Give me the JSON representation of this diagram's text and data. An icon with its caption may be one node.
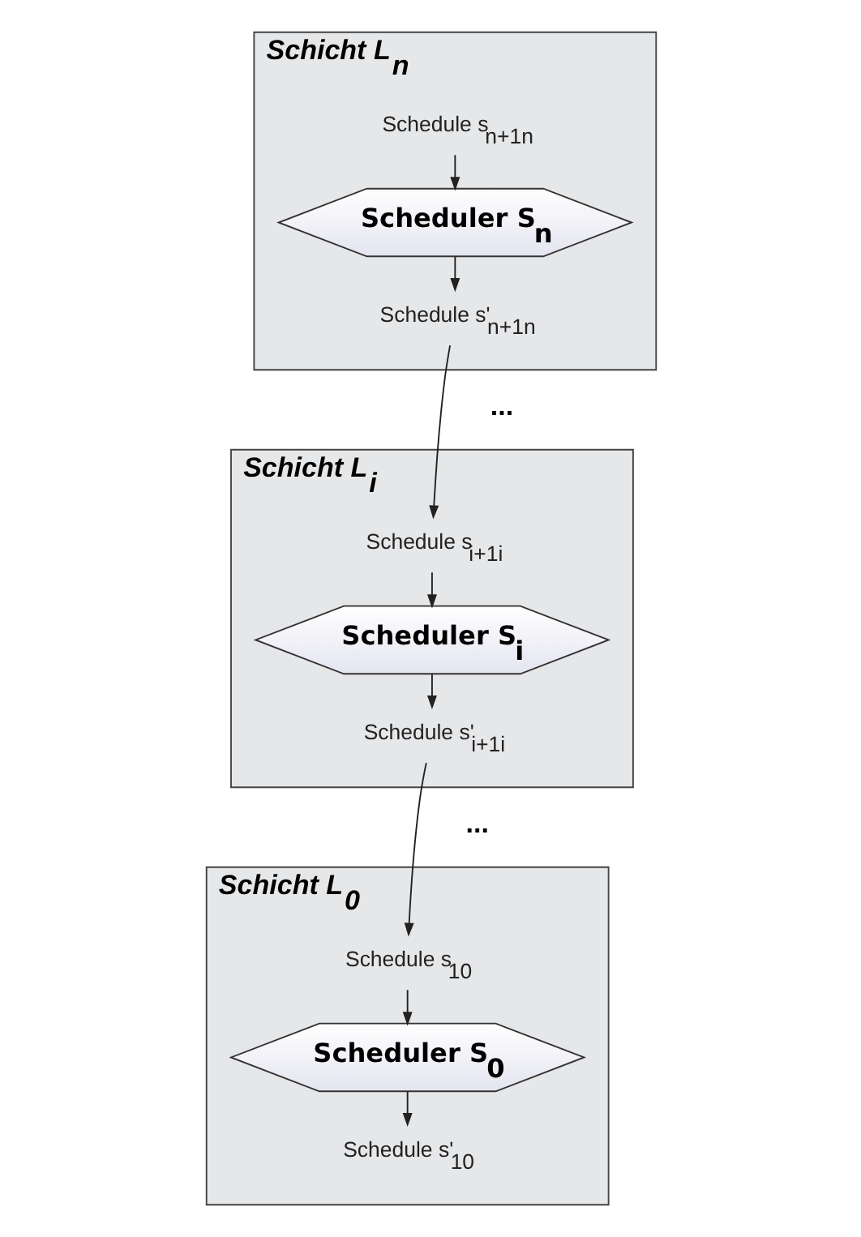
{
  "diagram": {
    "nodes": [
      {
        "text": [
          "Schicht L$_{n}$"
        ]
      },
      {
        "text": [
          "Schedule s$_{n+1n}$"
        ],
        "in": 0
      },
      {
        "text": [
          "Scheduler S$_{n}$"
        ],
        "in": 0
      },
      {
        "text": [
          "Schedule s'$_{n+1n}$"
        ],
        "in": 0
      },
      {
        "text": [
          "Schicht L$_{i}$"
        ]
      },
      {
        "text": [
          "Schedule s$_{i+1i}$"
        ],
        "in": 4
      },
      {
        "text": [
          "Scheduler S$_{i}$"
        ],
        "in": 4
      },
      {
        "text": [
          "Schedule s'$_{i+1i}$"
        ],
        "in": 4
      },
      {
        "text": [
          "Schicht L$_{0}$"
        ]
      },
      {
        "text": [
          "Schedule s$_{10}$"
        ],
        "in": 8
      },
      {
        "text": [
          "Scheduler S$_{0}$"
        ],
        "in": 8
      },
      {
        "text": [
          "Schedule s'$_{10}$"
        ],
        "in": 8
      }
    ],
    "edges": [
      {
        "from": 1,
        "to": 2,
        "arrow": "to"
      },
      {
        "from": 2,
        "to": 3,
        "arrow": "to"
      },
      {
        "from": 3,
        "to": 5,
        "arrow": "to"
      },
      {
        "from": 5,
        "to": 6,
        "arrow": "to"
      },
      {
        "from": 6,
        "to": 7,
        "arrow": "to"
      },
      {
        "from": 7,
        "to": 9,
        "arrow": "to"
      },
      {
        "from": 9,
        "to": 10,
        "arrow": "to"
      },
      {
        "from": 10,
        "to": 11,
        "arrow": "to"
      }
    ],
    "labels": [
      "...",
      "..."
    ]
  }
}
